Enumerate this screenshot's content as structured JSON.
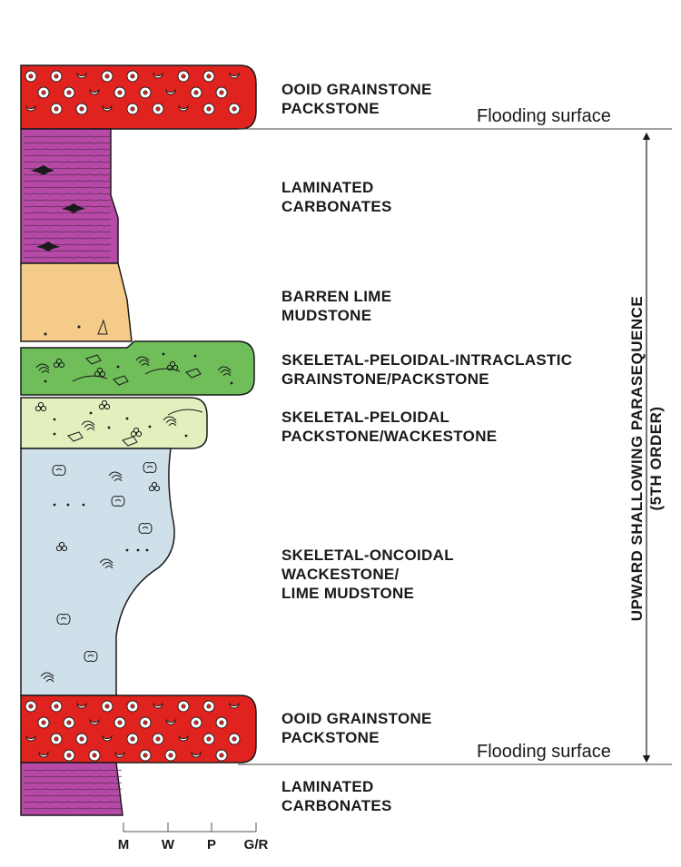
{
  "units": [
    {
      "lines": [
        "OOID GRAINSTONE",
        "PACKSTONE"
      ],
      "color": "#e0231e"
    },
    {
      "lines": [
        "LAMINATED",
        "CARBONATES"
      ],
      "color": "#b64aa6"
    },
    {
      "lines": [
        "BARREN LIME",
        "MUDSTONE"
      ],
      "color": "#f5cb8a"
    },
    {
      "lines": [
        "SKELETAL-PELOIDAL-INTRACLASTIC",
        "GRAINSTONE/PACKSTONE"
      ],
      "color": "#6fbe5a"
    },
    {
      "lines": [
        "SKELETAL-PELOIDAL",
        "PACKSTONE/WACKESTONE"
      ],
      "color": "#e4efbe"
    },
    {
      "lines": [
        "SKELETAL-ONCOIDAL",
        "WACKESTONE/",
        "LIME MUDSTONE"
      ],
      "color": "#cfe0ea"
    },
    {
      "lines": [
        "OOID GRAINSTONE",
        "PACKSTONE"
      ],
      "color": "#e0231e"
    },
    {
      "lines": [
        "LAMINATED",
        "CARBONATES"
      ],
      "color": "#b64aa6"
    }
  ],
  "flooding": [
    "Flooding surface",
    "Flooding surface"
  ],
  "parasequence": [
    "UPWARD SHALLOWING PARASEQUENCE",
    "(5TH ORDER)"
  ],
  "scale": [
    "M",
    "W",
    "P",
    "G/R"
  ]
}
